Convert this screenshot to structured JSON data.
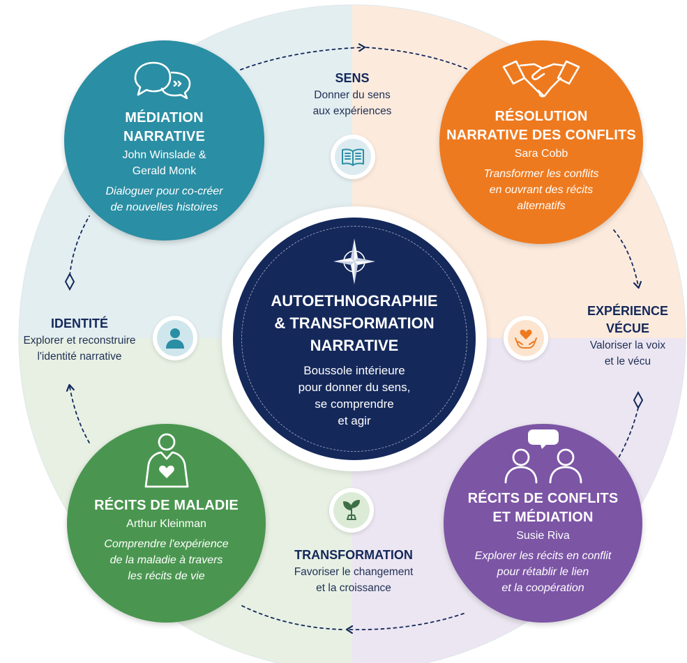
{
  "center": {
    "title_lines": [
      "AUTOETHNOGRAPHIE",
      "& TRANSFORMATION",
      "NARRATIVE"
    ],
    "subtitle_lines": [
      "Boussole intérieure",
      "pour donner du sens,",
      "se comprendre",
      "et agir"
    ],
    "icon": "compass-star-icon",
    "color": "#14285a"
  },
  "nodes": {
    "mediation": {
      "title_lines": [
        "MÉDIATION",
        "NARRATIVE"
      ],
      "author_lines": [
        "John Winslade &",
        "Gerald Monk"
      ],
      "desc_lines": [
        "Dialoguer pour co-créer",
        "de nouvelles histoires"
      ],
      "icon": "speech-bubbles-icon",
      "color": "#2a8ea4"
    },
    "resolution": {
      "title_lines": [
        "RÉSOLUTION",
        "NARRATIVE DES CONFLITS"
      ],
      "author_lines": [
        "Sara Cobb"
      ],
      "desc_lines": [
        "Transformer les conflits",
        "en ouvrant des récits",
        "alternatifs"
      ],
      "icon": "handshake-icon",
      "color": "#ee7a1f"
    },
    "maladie": {
      "title_lines": [
        "RÉCITS DE MALADIE"
      ],
      "author_lines": [
        "Arthur Kleinman"
      ],
      "desc_lines": [
        "Comprendre l'expérience",
        "de la maladie à travers",
        "les récits de vie"
      ],
      "icon": "person-heart-icon",
      "color": "#4a9650"
    },
    "conflits": {
      "title_lines": [
        "RÉCITS DE CONFLITS",
        "ET MÉDIATION"
      ],
      "author_lines": [
        "Susie Riva"
      ],
      "desc_lines": [
        "Explorer les récits en conflit",
        "pour rétablir le lien",
        "et la coopération"
      ],
      "icon": "two-people-speech-icon",
      "color": "#7c55a5"
    }
  },
  "labels": {
    "sens": {
      "title": "SENS",
      "desc_lines": [
        "Donner du sens",
        "aux expériences"
      ],
      "icon": "open-book-icon"
    },
    "identite": {
      "title": "IDENTITÉ",
      "desc_lines": [
        "Explorer et reconstruire",
        "l'identité narrative"
      ],
      "icon": "person-icon"
    },
    "experience": {
      "title_lines": [
        "EXPÉRIENCE",
        "VÉCUE"
      ],
      "desc_lines": [
        "Valoriser la voix",
        "et le vécu"
      ],
      "icon": "hands-heart-icon"
    },
    "transformation": {
      "title": "TRANSFORMATION",
      "desc_lines": [
        "Favoriser le changement",
        "et la croissance"
      ],
      "icon": "sprout-icon"
    }
  },
  "colors": {
    "navy": "#14285a",
    "teal": "#2a8ea4",
    "orange": "#ee7a1f",
    "green": "#4a9650",
    "purple": "#7c55a5"
  }
}
